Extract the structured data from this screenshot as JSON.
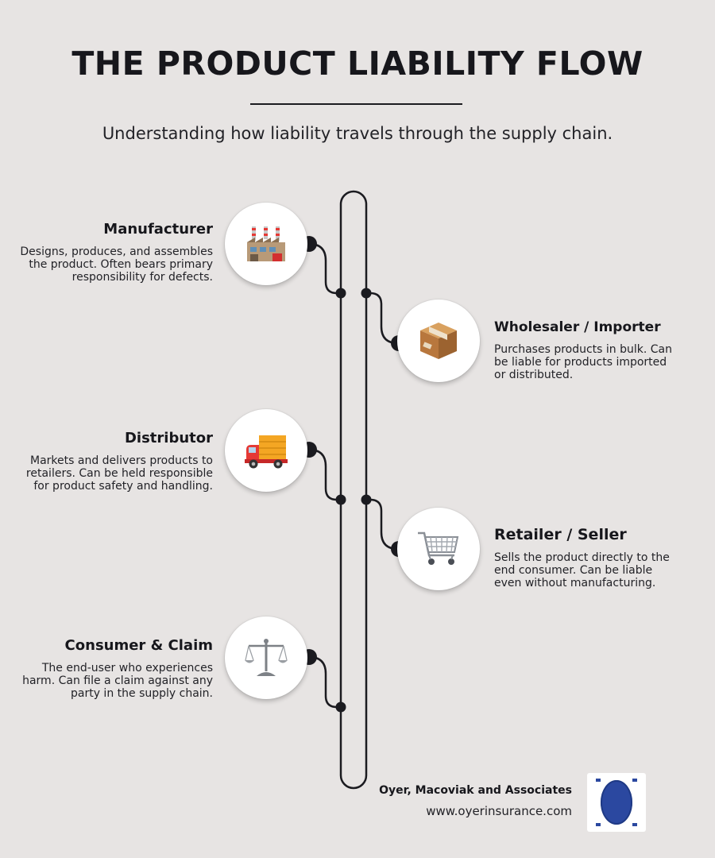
{
  "header": {
    "title": "THE PRODUCT LIABILITY FLOW",
    "subtitle": "Understanding how liability travels through the supply chain."
  },
  "steps": [
    {
      "title": "Manufacturer",
      "description": "Designs, produces, and assembles the product. Often bears primary responsibility for defects.",
      "icon": "factory-icon"
    },
    {
      "title": "Wholesaler / Importer",
      "description": "Purchases products in bulk. Can be liable for products imported or distributed.",
      "icon": "package-box-icon"
    },
    {
      "title": "Distributor",
      "description": "Markets and delivers products to retailers. Can be held responsible for product safety and handling.",
      "icon": "delivery-truck-icon"
    },
    {
      "title": "Retailer / Seller",
      "description": "Sells the product directly to the end consumer. Can be liable even without manufacturing.",
      "icon": "shopping-cart-icon"
    },
    {
      "title": "Consumer & Claim",
      "description": "The end-user who experiences harm. Can file a claim against any party in the supply chain.",
      "icon": "balance-scale-icon"
    }
  ],
  "footer": {
    "company": "Oyer, Macoviak and Associates",
    "website": "www.oyerinsurance.com"
  },
  "colors": {
    "background": "#e7e4e3",
    "text": "#17171c",
    "line": "#1b1b20",
    "logo_blue": "#2b48a0"
  }
}
